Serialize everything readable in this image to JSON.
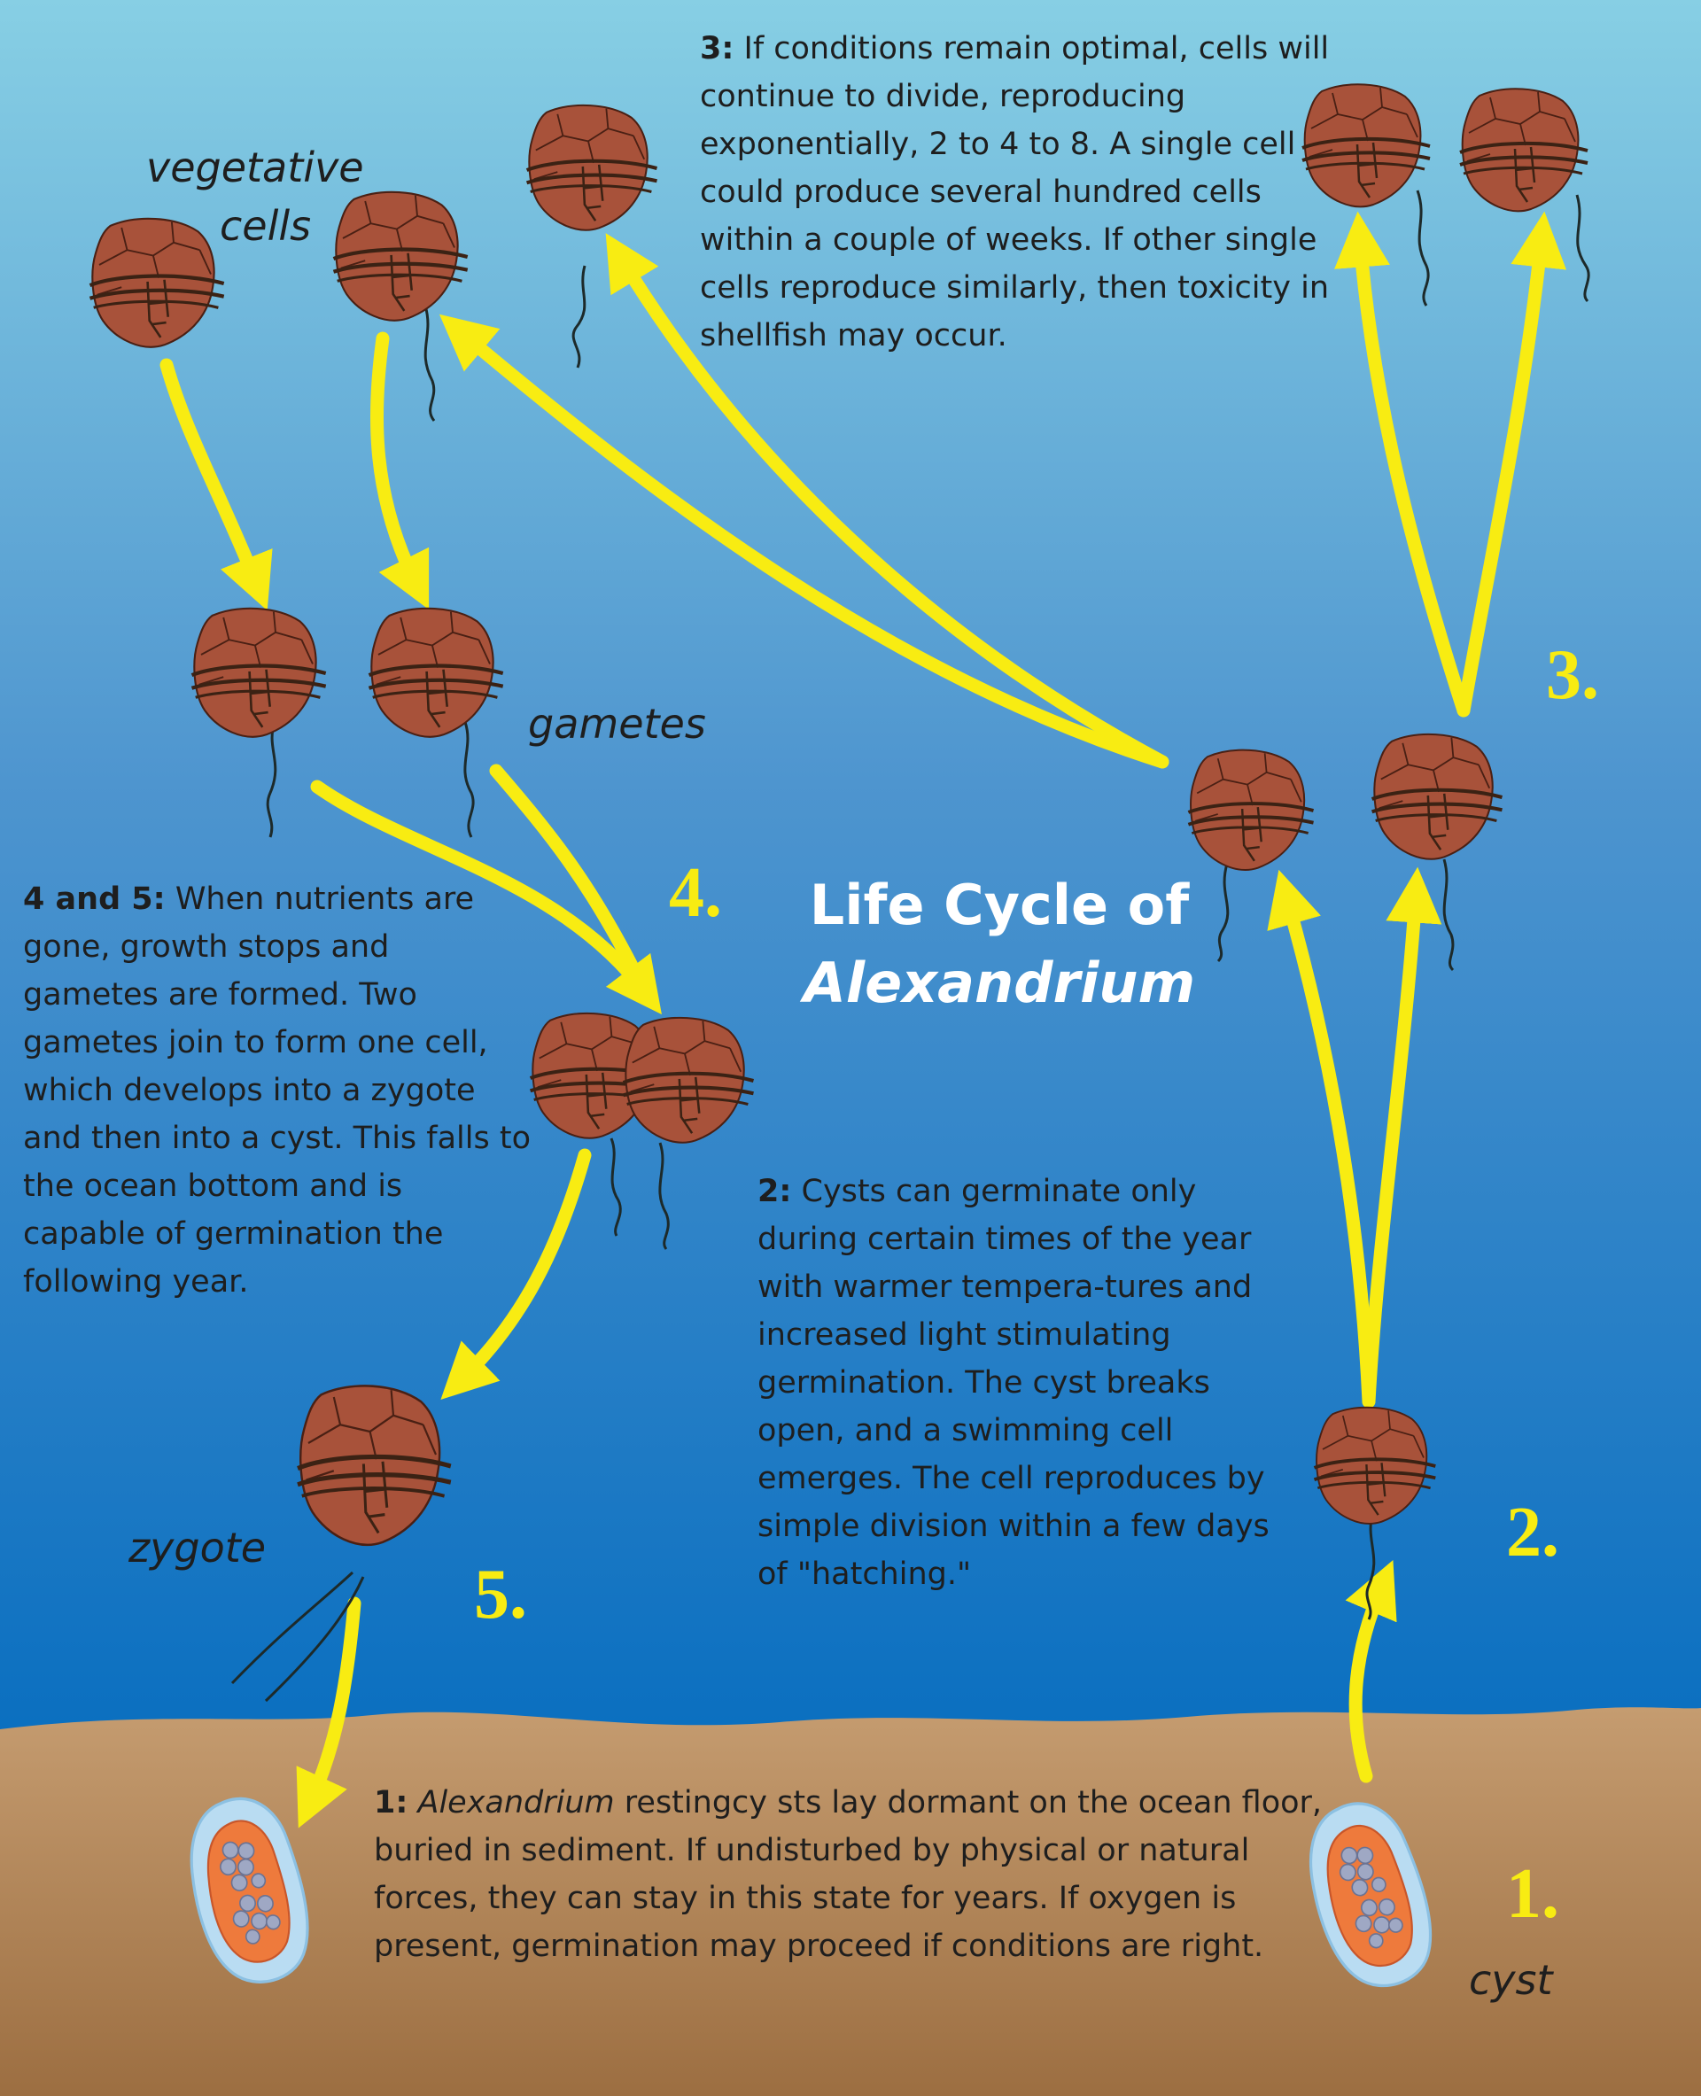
{
  "title": {
    "line1": "Life Cycle of",
    "line2": "Alexandrium"
  },
  "labels": {
    "vegetative_line1": "vegetative",
    "vegetative_line2": "cells",
    "gametes": "gametes",
    "zygote": "zygote",
    "cyst": "cyst"
  },
  "stage_numbers": {
    "one": "1.",
    "two": "2.",
    "three": "3.",
    "four": "4.",
    "five": "5."
  },
  "descriptions": {
    "step3": {
      "lead": "3:",
      "text": "If conditions remain optimal, cells will continue to divide, reproducing exponentially, 2 to 4 to 8. A single cell could produce several hundred cells within a couple of weeks. If other single cells reproduce similarly, then toxicity in shellfish may occur."
    },
    "step45": {
      "lead": "4 and 5:",
      "text": "When nutrients are gone, growth stops and gametes are formed. Two gametes join to form one cell, which develops into a zygote and then into a cyst. This falls to the ocean bottom and is capable of germination the following year."
    },
    "step2": {
      "lead": "2:",
      "text": "Cysts can germinate only during certain times of the year with warmer tempera-tures and increased light stimulating germination. The cyst breaks open, and a swimming cell emerges. The cell reproduces by simple division within a few days of \"hatching.\""
    },
    "step1": {
      "lead": "1:",
      "italic": "Alexandrium",
      "text": "restingcy sts lay dormant on the ocean floor, buried in sediment. If undisturbed by physical or natural forces, they can stay in this state for years. If oxygen is present, germination may proceed if conditions are right."
    }
  },
  "colors": {
    "water_top": "#87cfe4",
    "water_bottom": "#0a6fc0",
    "sediment": "#a97a4b",
    "arrow": "#f8ec12",
    "cell_fill": "#a8523a",
    "cyst_fill": "#ee7a3c",
    "cyst_halo": "#b9dcf2",
    "text": "#1e1e1e"
  }
}
